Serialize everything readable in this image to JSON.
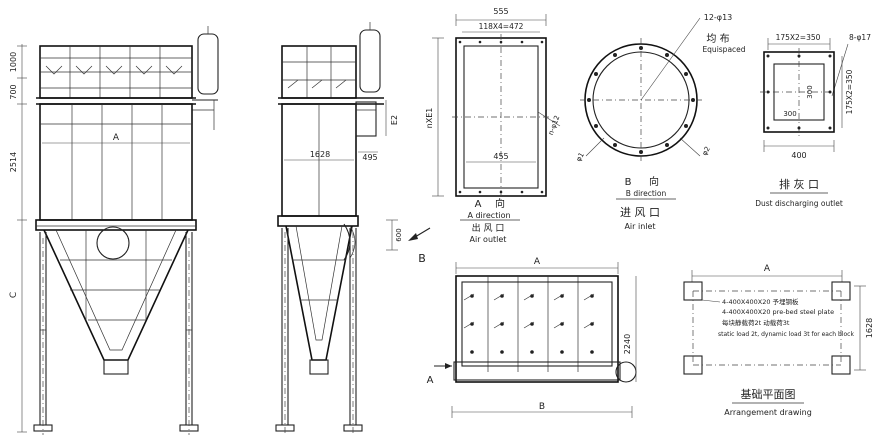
{
  "front_view": {
    "dims": [
      "1000",
      "700",
      "2514",
      "C",
      "A",
      "600"
    ]
  },
  "side_view": {
    "dims": [
      "1628",
      "495",
      "E2"
    ],
    "arrow_label": "B"
  },
  "air_outlet": {
    "top_dims": [
      "555",
      "118X4=472"
    ],
    "side_dims": [
      "nXE1",
      "n-φ12"
    ],
    "bottom_dim": "455",
    "title_letter_cn": "A direction",
    "title_en_a": "A",
    "title_cn_a": "向",
    "name_cn": "出 风 口",
    "name_en": "Air outlet"
  },
  "air_inlet": {
    "hole_spec": "12-φ13",
    "equi_cn": "均 布",
    "equi_en": "Equispaced",
    "dia_labels": [
      "φ1",
      "φ2"
    ],
    "title_b": "B",
    "title_cn": "向",
    "direction_en": "B direction",
    "name_cn": "进 风 口",
    "name_en": "Air inlet"
  },
  "dust_outlet": {
    "top_dim": "175X2=350",
    "hole_spec": "8-φ17",
    "side_dim": "175X2=350",
    "inner_dims": [
      "300",
      "300"
    ],
    "bottom_dim": "400",
    "name_cn": "排 灰 口",
    "name_en": "Dust discharging outlet"
  },
  "plan_view": {
    "dims": [
      "A",
      "B",
      "2240"
    ],
    "arrow_label": "A"
  },
  "arrangement": {
    "top_dim": "A",
    "side_dim": "1628",
    "notes": [
      "4-400X400X20 予埋钢板",
      "4-400X400X20 pre-bed steel plate",
      "每块静载荷2t 动载荷3t",
      "static load 2t, dynamic load 3t for each block"
    ],
    "name_cn": "基础平面图",
    "name_en": "Arrangement drawing"
  }
}
